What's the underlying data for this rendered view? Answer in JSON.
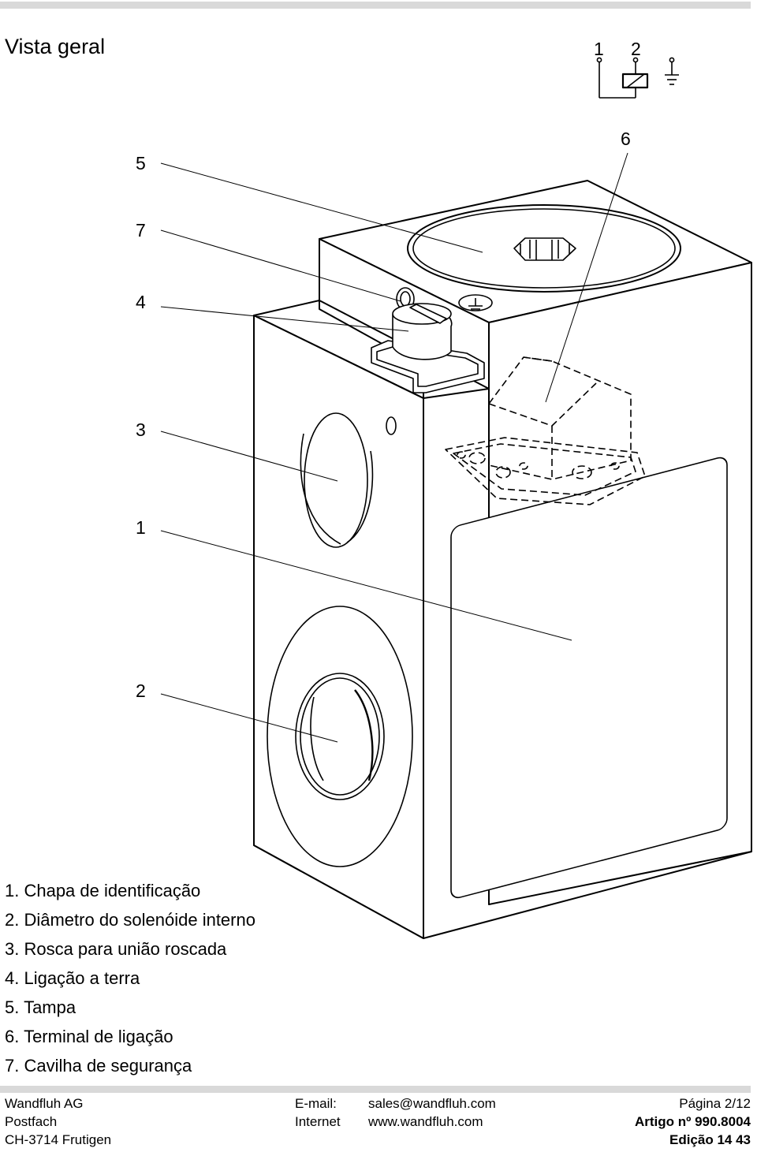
{
  "title": "Vista geral",
  "callouts": {
    "c5": "5",
    "c7": "7",
    "c4": "4",
    "c3": "3",
    "c1": "1",
    "c2": "2",
    "c6": "6"
  },
  "symbol": {
    "pin1": "1",
    "pin2": "2"
  },
  "legend": [
    "1. Chapa de identificação",
    "2. Diâmetro do solenóide interno",
    "3. Rosca para união roscada",
    "4. Ligação a terra",
    "5. Tampa",
    "6. Terminal de ligação",
    "7. Cavilha de segurança"
  ],
  "footer": {
    "company": "Wandfluh AG",
    "postfach": "Postfach",
    "city": "CH-3714 Frutigen",
    "email_label": "E-mail:",
    "email": "sales@wandfluh.com",
    "internet_label": "Internet",
    "website": "www.wandfluh.com",
    "page": "Página 2/12",
    "article": "Artigo nº 990.8004",
    "edition": "Edição 14 43"
  }
}
